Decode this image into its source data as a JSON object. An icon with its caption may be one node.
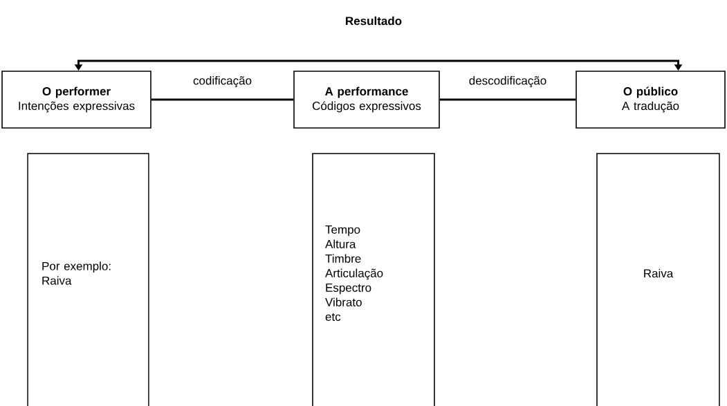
{
  "diagram": {
    "nodes": [
      {
        "text": [
          "O performer",
          "Intenções expressivas"
        ]
      },
      {
        "text": [
          "A performance",
          "Códigos expressivos"
        ]
      },
      {
        "text": [
          "O público",
          "A tradução"
        ]
      },
      {
        "text": [
          "Por exemplo:",
          "Raiva"
        ]
      },
      {
        "text": [
          "Tempo",
          "Altura",
          "Timbre",
          "Articulação",
          "Espectro",
          "Vibrato",
          "etc"
        ]
      },
      {
        "text": [
          "Raiva"
        ]
      }
    ],
    "edges": [
      {
        "from": 0,
        "to": 1,
        "arrow": "none",
        "label": "codificação"
      },
      {
        "from": 1,
        "to": 2,
        "arrow": "none",
        "label": "descodificação"
      },
      {
        "from": 0,
        "to": 2,
        "arrow": "both",
        "label": "Resultado"
      }
    ]
  }
}
